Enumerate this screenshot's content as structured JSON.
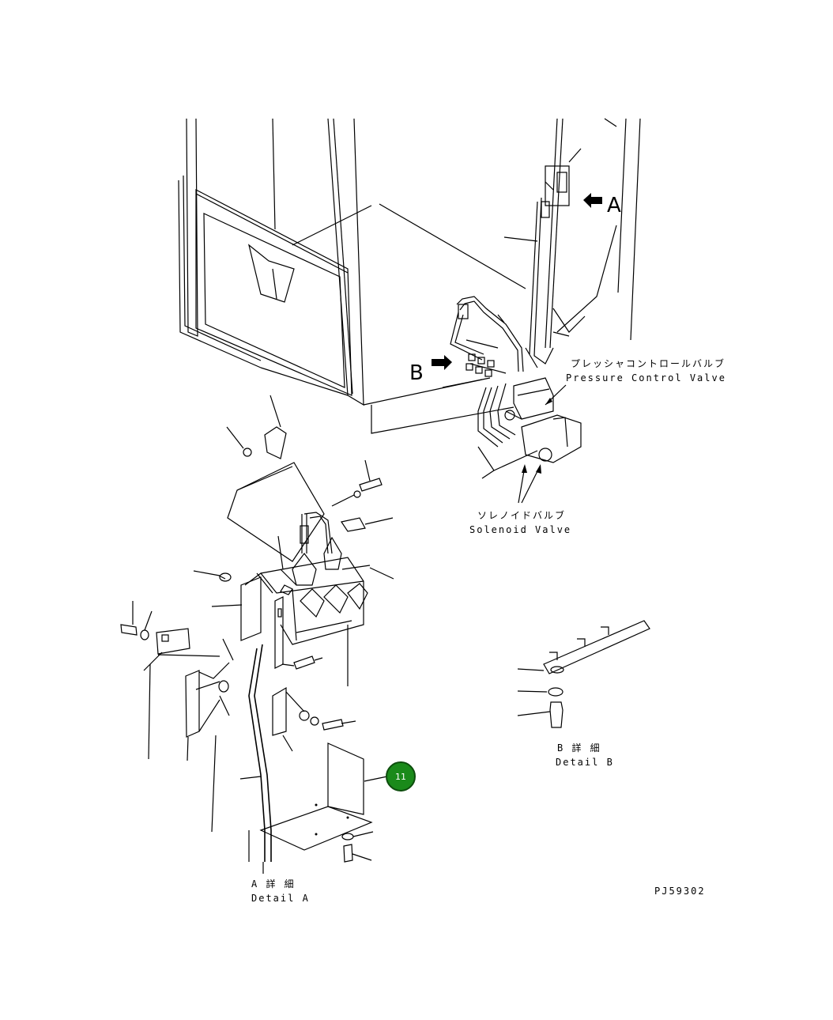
{
  "labels": {
    "view_a_marker": "A",
    "view_b_marker": "B",
    "pressure_control_valve_jp": "プレッシャコントロールバルブ",
    "pressure_control_valve_en": "Pressure Control Valve",
    "solenoid_valve_jp": "ソレノイドバルブ",
    "solenoid_valve_en": "Solenoid Valve",
    "detail_b_jp": "B 詳 細",
    "detail_b_en": "Detail B",
    "detail_a_jp": "A 詳 細",
    "detail_a_en": "Detail A",
    "drawing_number": "PJ59302"
  },
  "callout": {
    "number": "11",
    "color": "#1a8a1a"
  }
}
